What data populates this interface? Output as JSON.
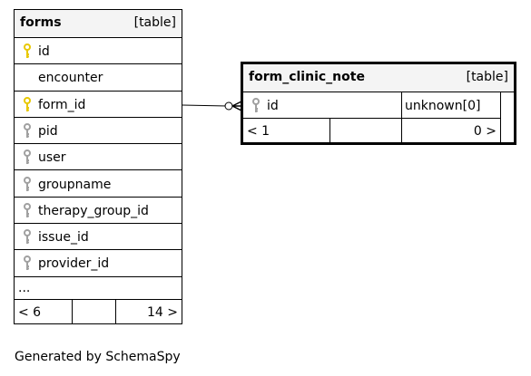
{
  "tables": {
    "forms": {
      "name": "forms",
      "kind": "[table]",
      "columns": [
        {
          "name": "id",
          "key": "primary"
        },
        {
          "name": "encounter",
          "key": "none"
        },
        {
          "name": "form_id",
          "key": "primary"
        },
        {
          "name": "pid",
          "key": "index"
        },
        {
          "name": "user",
          "key": "index"
        },
        {
          "name": "groupname",
          "key": "index"
        },
        {
          "name": "therapy_group_id",
          "key": "index"
        },
        {
          "name": "issue_id",
          "key": "index"
        },
        {
          "name": "provider_id",
          "key": "index"
        }
      ],
      "ellipsis": "...",
      "footer_left": "< 6",
      "footer_right": "14 >"
    },
    "form_clinic_note": {
      "name": "form_clinic_note",
      "kind": "[table]",
      "column": {
        "name": "id",
        "key": "index",
        "type": "unknown[0]"
      },
      "footer_left": "< 1",
      "footer_right": "0 >"
    }
  },
  "footer_text": "Generated by SchemaSpy",
  "colors": {
    "primary_key": "#e8c800",
    "index_key": "#a0a0a0",
    "header_bg": "#f4f4f4"
  }
}
